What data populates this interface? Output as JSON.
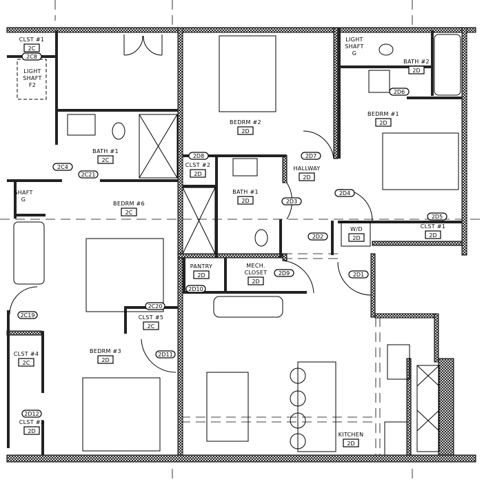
{
  "rooms": [
    {
      "name": "CLST #1",
      "tag": "2C"
    },
    {
      "name": "LIGHT SHAFT F2",
      "tag": ""
    },
    {
      "name": "BATH #1",
      "tag": "2C"
    },
    {
      "name": "BEDRM #6",
      "tag": "2C"
    },
    {
      "name": "SHAFT G",
      "tag": ""
    },
    {
      "name": "CLST #5",
      "tag": "2C"
    },
    {
      "name": "CLST #4",
      "tag": "2C"
    },
    {
      "name": "CLST #3",
      "tag": "2D"
    },
    {
      "name": "BEDRM #3",
      "tag": "2D"
    },
    {
      "name": "BEDRM #2",
      "tag": "2D"
    },
    {
      "name": "CLST #2",
      "tag": "2D"
    },
    {
      "name": "BATH #1",
      "tag": "2D"
    },
    {
      "name": "HALLWAY",
      "tag": "2D"
    },
    {
      "name": "PANTRY",
      "tag": "2D"
    },
    {
      "name": "MECH. CLOSET",
      "tag": "2D"
    },
    {
      "name": "LIGHT SHAFT G",
      "tag": ""
    },
    {
      "name": "BATH #2",
      "tag": "2D"
    },
    {
      "name": "BEDRM #1",
      "tag": "2D"
    },
    {
      "name": "W/D",
      "tag": "2D"
    },
    {
      "name": "CLST #1",
      "tag": "2D"
    },
    {
      "name": "KITCHEN",
      "tag": "2D"
    }
  ],
  "door_tags": [
    "2C8",
    "2C4",
    "2C21",
    "2C20",
    "2C19",
    "2D12",
    "2D11",
    "2D8",
    "2D7",
    "2D3",
    "2D4",
    "2D2",
    "2D9",
    "2D10",
    "2D1",
    "2D6",
    "2D5"
  ],
  "colors": {
    "line": "#000000",
    "background": "#ffffff"
  }
}
